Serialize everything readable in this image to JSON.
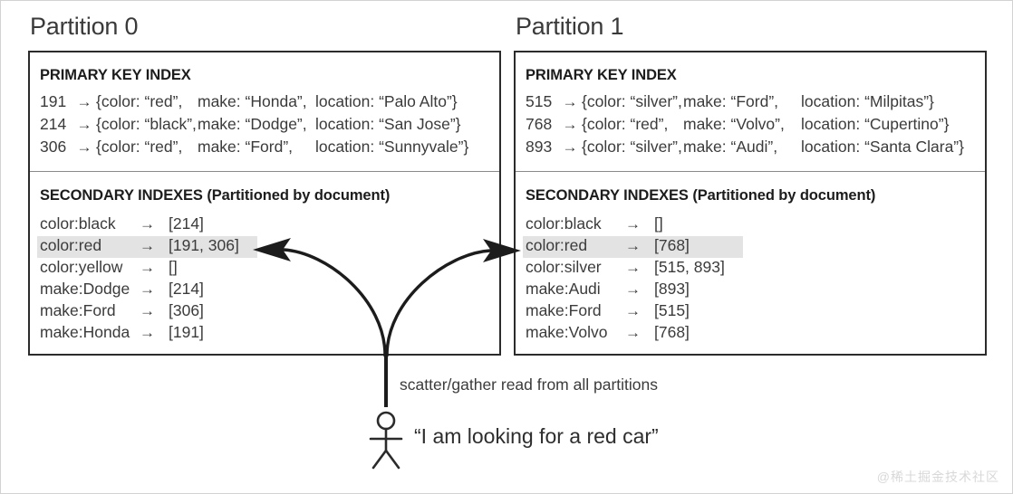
{
  "partitions": [
    {
      "title": "Partition 0",
      "primary_heading": "PRIMARY KEY INDEX",
      "primary_rows": [
        {
          "id": "191",
          "arrow": "→",
          "open": "{color:",
          "color": "“red”,",
          "make_label": "make:",
          "make": "“Honda”,",
          "loc_label": "location:",
          "loc": "“Palo Alto”}"
        },
        {
          "id": "214",
          "arrow": "→",
          "open": "{color:",
          "color": "“black”,",
          "make_label": "make:",
          "make": "“Dodge”,",
          "loc_label": "location:",
          "loc": "“San Jose”}"
        },
        {
          "id": "306",
          "arrow": "→",
          "open": "{color:",
          "color": "“red”,",
          "make_label": "make:",
          "make": "“Ford”,",
          "loc_label": "location:",
          "loc": "“Sunnyvale”}"
        }
      ],
      "secondary_heading": "SECONDARY INDEXES (Partitioned by document)",
      "secondary_rows": [
        {
          "key": "color:black",
          "arrow": "→",
          "vals": "[214]",
          "highlighted": false
        },
        {
          "key": "color:red",
          "arrow": "→",
          "vals": "[191, 306]",
          "highlighted": true
        },
        {
          "key": "color:yellow",
          "arrow": "→",
          "vals": "[]",
          "highlighted": false
        },
        {
          "key": "make:Dodge",
          "arrow": "→",
          "vals": "[214]",
          "highlighted": false
        },
        {
          "key": "make:Ford",
          "arrow": "→",
          "vals": "[306]",
          "highlighted": false
        },
        {
          "key": "make:Honda",
          "arrow": "→",
          "vals": "[191]",
          "highlighted": false
        }
      ]
    },
    {
      "title": "Partition 1",
      "primary_heading": "PRIMARY KEY INDEX",
      "primary_rows": [
        {
          "id": "515",
          "arrow": "→",
          "open": "{color:",
          "color": "“silver”,",
          "make_label": "make:",
          "make": "“Ford”,",
          "loc_label": "location:",
          "loc": "“Milpitas”}"
        },
        {
          "id": "768",
          "arrow": "→",
          "open": "{color:",
          "color": "“red”,",
          "make_label": "make:",
          "make": "“Volvo”,",
          "loc_label": "location:",
          "loc": "“Cupertino”}"
        },
        {
          "id": "893",
          "arrow": "→",
          "open": "{color:",
          "color": "“silver”,",
          "make_label": "make:",
          "make": "“Audi”,",
          "loc_label": "location:",
          "loc": "“Santa Clara”}"
        }
      ],
      "secondary_heading": "SECONDARY INDEXES (Partitioned by document)",
      "secondary_rows": [
        {
          "key": "color:black",
          "arrow": "→",
          "vals": "[]",
          "highlighted": false
        },
        {
          "key": "color:red",
          "arrow": "→",
          "vals": "[768]",
          "highlighted": true
        },
        {
          "key": "color:silver",
          "arrow": "→",
          "vals": "[515, 893]",
          "highlighted": false
        },
        {
          "key": "make:Audi",
          "arrow": "→",
          "vals": "[893]",
          "highlighted": false
        },
        {
          "key": "make:Ford",
          "arrow": "→",
          "vals": "[515]",
          "highlighted": false
        },
        {
          "key": "make:Volvo",
          "arrow": "→",
          "vals": "[768]",
          "highlighted": false
        }
      ]
    }
  ],
  "annotations": {
    "scatter_gather": "scatter/gather read from all partitions",
    "user_query": "“I am looking for a red car”"
  },
  "watermark": "@稀土掘金技术社区",
  "colors": {
    "border": "#2b2b2b",
    "highlight": "#e3e3e3",
    "text": "#3b3b3b",
    "heading": "#1c1c1c",
    "divider": "#8a8a8a",
    "page_border": "#d2d2d2",
    "watermark": "#d8d8d8"
  }
}
